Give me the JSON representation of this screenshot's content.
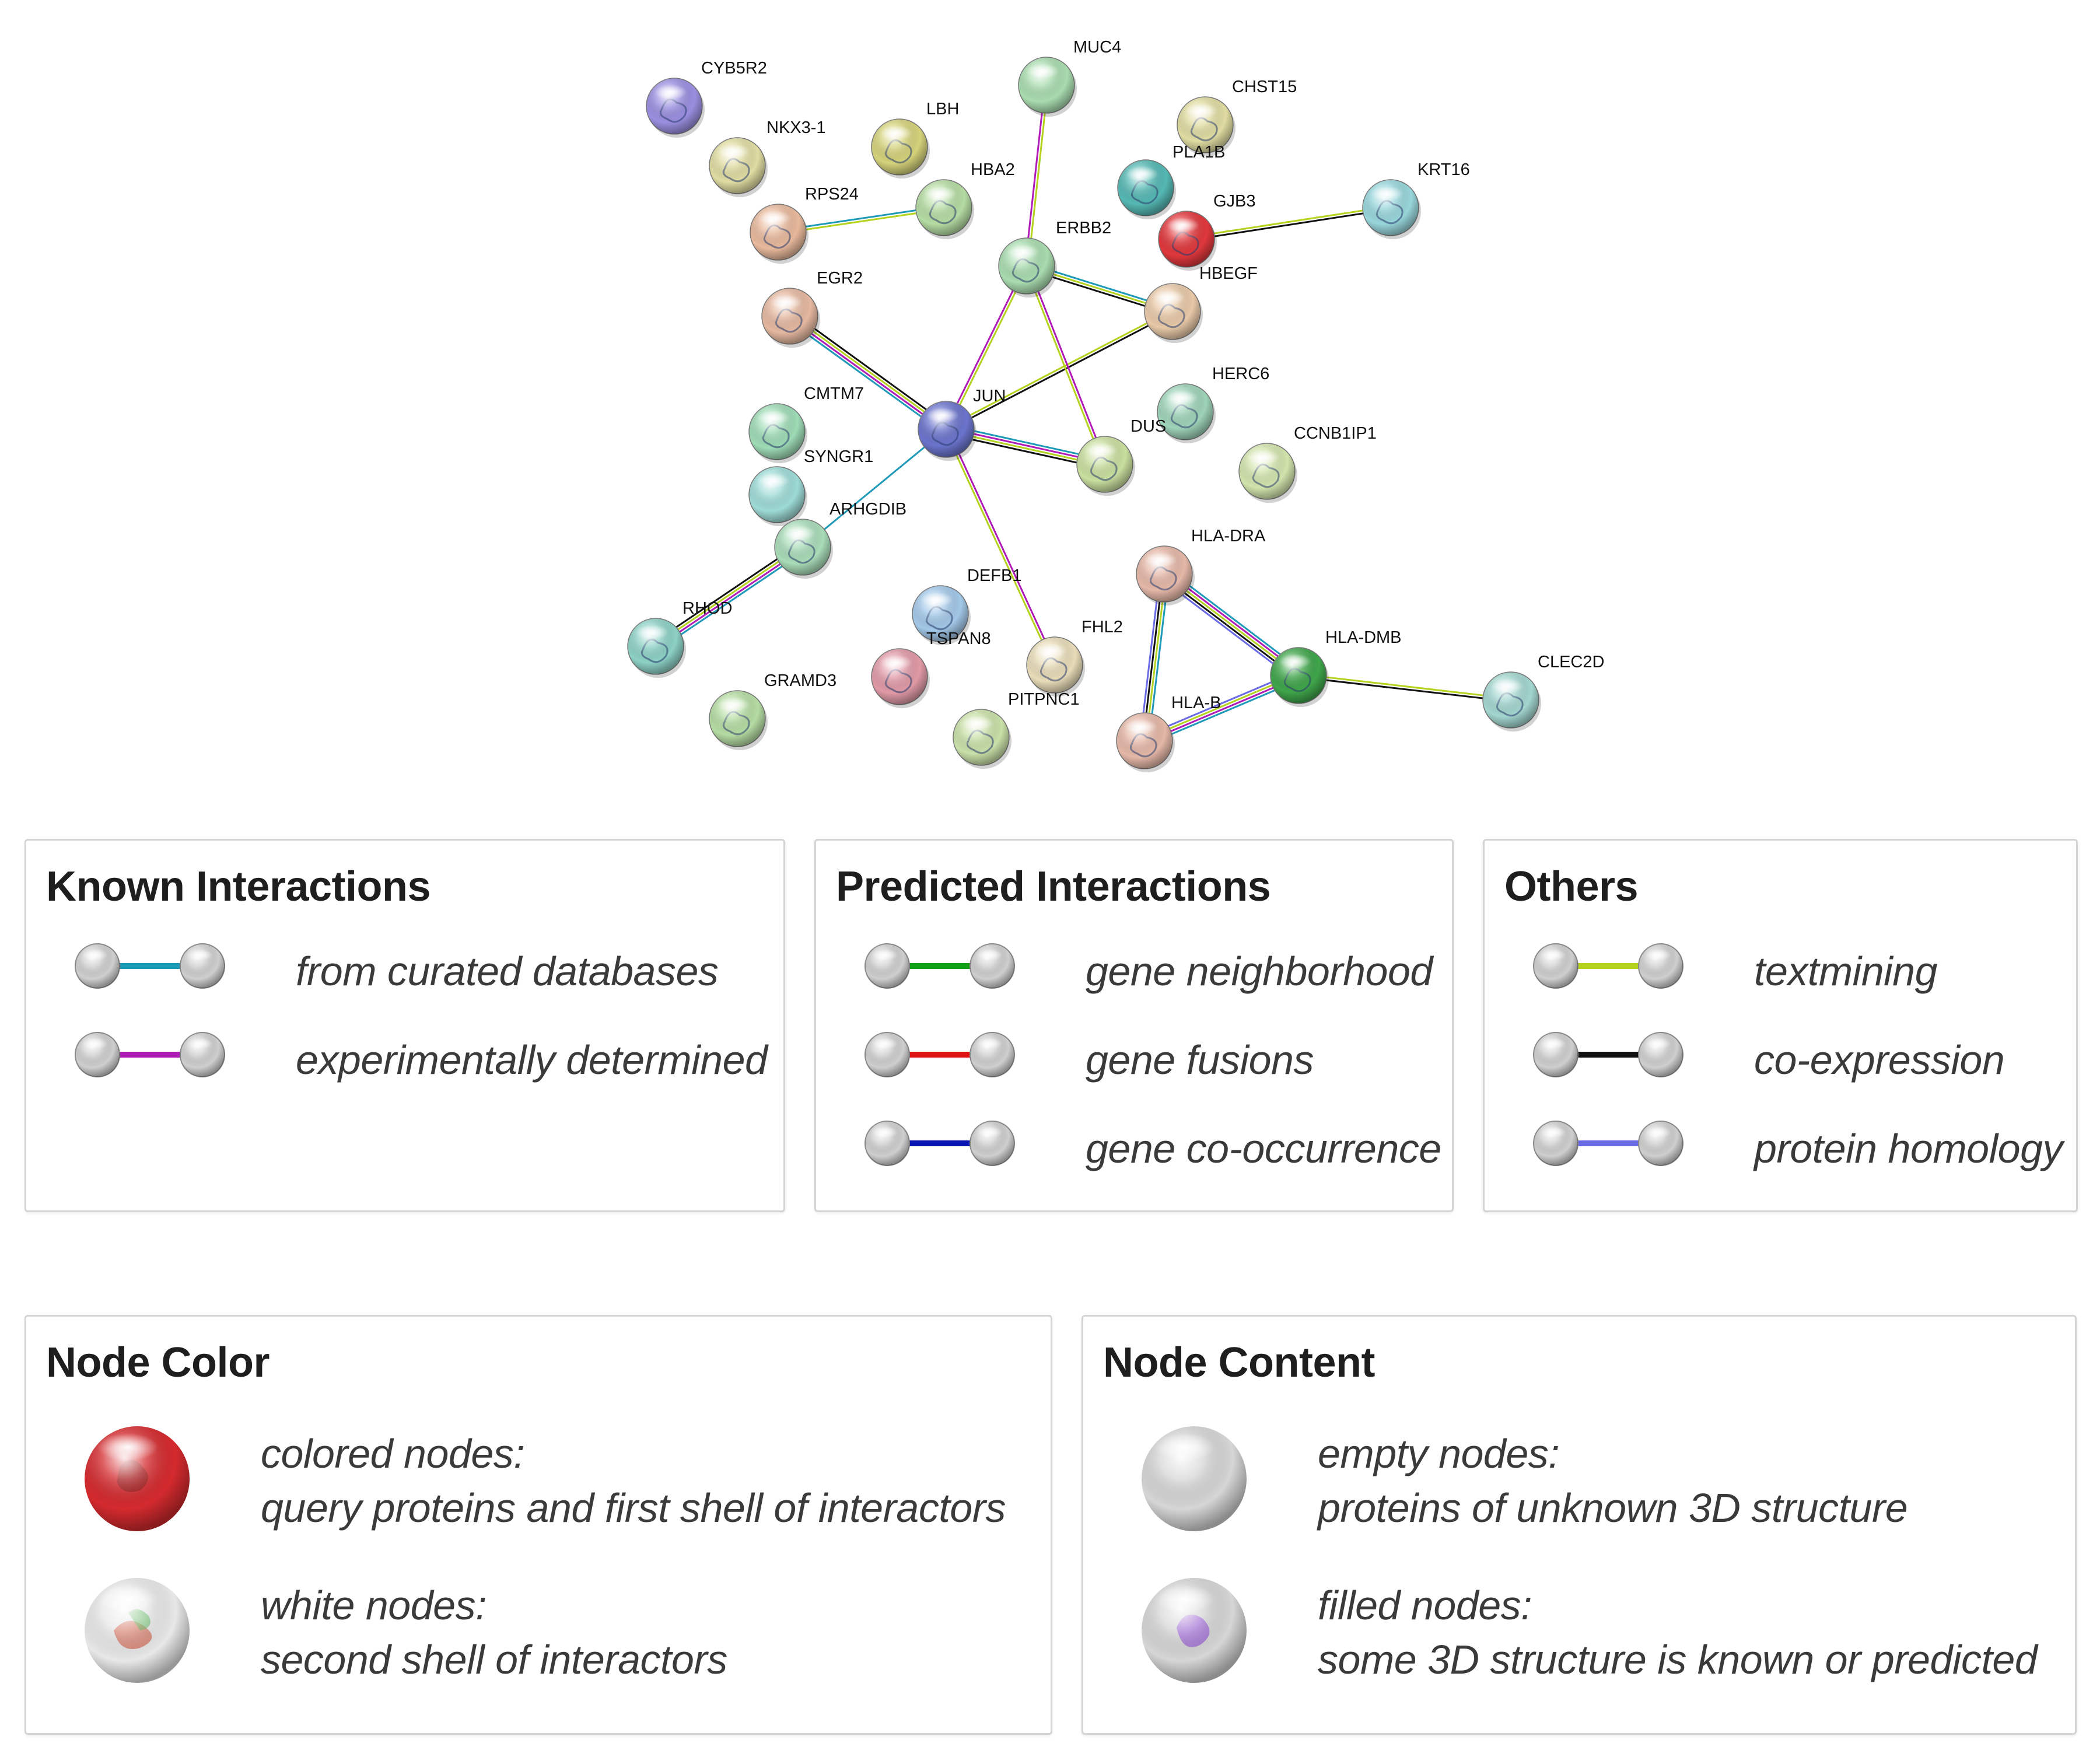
{
  "network": {
    "nodes": [
      {
        "id": "CYB5R2",
        "label": "CYB5R2",
        "color": "#9a8fe0",
        "filled": true
      },
      {
        "id": "NKX3-1",
        "label": "NKX3-1",
        "color": "#e0dca2",
        "filled": true
      },
      {
        "id": "LBH",
        "label": "LBH",
        "color": "#d4d27a",
        "filled": true
      },
      {
        "id": "MUC4",
        "label": "MUC4",
        "color": "#a9dcaf",
        "filled": false
      },
      {
        "id": "CHST15",
        "label": "CHST15",
        "color": "#e0dca2",
        "filled": true
      },
      {
        "id": "PLA1B",
        "label": "PLA1B",
        "color": "#55b8b3",
        "filled": true
      },
      {
        "id": "KRT16",
        "label": "KRT16",
        "color": "#98d6db",
        "filled": true
      },
      {
        "id": "HBA2",
        "label": "HBA2",
        "color": "#b5dca3",
        "filled": true
      },
      {
        "id": "RPS24",
        "label": "RPS24",
        "color": "#e8b99c",
        "filled": true
      },
      {
        "id": "GJB3",
        "label": "GJB3",
        "color": "#e0383c",
        "filled": true
      },
      {
        "id": "ERBB2",
        "label": "ERBB2",
        "color": "#a9dcaf",
        "filled": true
      },
      {
        "id": "HBEGF",
        "label": "HBEGF",
        "color": "#e8c9a8",
        "filled": true
      },
      {
        "id": "EGR2",
        "label": "EGR2",
        "color": "#e5b8a0",
        "filled": true
      },
      {
        "id": "HERC6",
        "label": "HERC6",
        "color": "#9ed3b8",
        "filled": true
      },
      {
        "id": "CMTM7",
        "label": "CMTM7",
        "color": "#9edbb5",
        "filled": true
      },
      {
        "id": "JUN",
        "label": "JUN",
        "color": "#6b74cc",
        "filled": true
      },
      {
        "id": "DUSP",
        "label": "DUS",
        "color": "#c9df9f",
        "filled": true
      },
      {
        "id": "CCNB1IP1",
        "label": "CCNB1IP1",
        "color": "#d2e4ad",
        "filled": true
      },
      {
        "id": "SYNGR1",
        "label": "SYNGR1",
        "color": "#9edbd6",
        "filled": false
      },
      {
        "id": "ARHGDIB",
        "label": "ARHGDIB",
        "color": "#a9dcb8",
        "filled": true
      },
      {
        "id": "HLA-DRA",
        "label": "HLA-DRA",
        "color": "#e5b8a8",
        "filled": true
      },
      {
        "id": "RHOD",
        "label": "RHOD",
        "color": "#8dd1c5",
        "filled": true
      },
      {
        "id": "DEFB1",
        "label": "DEFB1",
        "color": "#a3c8e8",
        "filled": true
      },
      {
        "id": "TSPAN8",
        "label": "TSPAN8",
        "color": "#e09aa6",
        "filled": true
      },
      {
        "id": "FHL2",
        "label": "FHL2",
        "color": "#e8dcb8",
        "filled": true
      },
      {
        "id": "HLA-DMB",
        "label": "HLA-DMB",
        "color": "#3fa54a",
        "filled": true
      },
      {
        "id": "CLEC2D",
        "label": "CLEC2D",
        "color": "#a3d6cf",
        "filled": true
      },
      {
        "id": "GRAMD3",
        "label": "GRAMD3",
        "color": "#b5dca3",
        "filled": true
      },
      {
        "id": "PITPNC1",
        "label": "PITPNC1",
        "color": "#c9e0a8",
        "filled": true
      },
      {
        "id": "HLA-B",
        "label": "HLA-B",
        "color": "#e5b8a8",
        "filled": true
      }
    ],
    "edges": [
      {
        "from": "JUN",
        "to": "EGR2",
        "types": [
          "curated",
          "experimental",
          "textmining",
          "coexpression"
        ]
      },
      {
        "from": "JUN",
        "to": "ERBB2",
        "types": [
          "experimental",
          "textmining"
        ]
      },
      {
        "from": "JUN",
        "to": "HBEGF",
        "types": [
          "textmining",
          "coexpression"
        ]
      },
      {
        "from": "JUN",
        "to": "DUSP",
        "types": [
          "curated",
          "experimental",
          "textmining",
          "coexpression"
        ]
      },
      {
        "from": "JUN",
        "to": "FHL2",
        "types": [
          "experimental",
          "textmining"
        ]
      },
      {
        "from": "JUN",
        "to": "ARHGDIB",
        "types": [
          "curated"
        ]
      },
      {
        "from": "ERBB2",
        "to": "MUC4",
        "types": [
          "experimental",
          "textmining"
        ]
      },
      {
        "from": "ERBB2",
        "to": "HBEGF",
        "types": [
          "curated",
          "textmining",
          "coexpression"
        ]
      },
      {
        "from": "ERBB2",
        "to": "DUSP",
        "types": [
          "experimental",
          "textmining"
        ]
      },
      {
        "from": "RPS24",
        "to": "HBA2",
        "types": [
          "curated",
          "textmining"
        ]
      },
      {
        "from": "GJB3",
        "to": "KRT16",
        "types": [
          "textmining",
          "coexpression"
        ]
      },
      {
        "from": "ARHGDIB",
        "to": "RHOD",
        "types": [
          "curated",
          "experimental",
          "textmining",
          "coexpression"
        ]
      },
      {
        "from": "HLA-DRA",
        "to": "HLA-DMB",
        "types": [
          "curated",
          "experimental",
          "textmining",
          "coexpression",
          "homology"
        ]
      },
      {
        "from": "HLA-DRA",
        "to": "HLA-B",
        "types": [
          "curated",
          "textmining",
          "coexpression",
          "homology"
        ]
      },
      {
        "from": "HLA-DMB",
        "to": "HLA-B",
        "types": [
          "curated",
          "experimental",
          "textmining",
          "homology"
        ]
      },
      {
        "from": "HLA-DMB",
        "to": "CLEC2D",
        "types": [
          "textmining",
          "coexpression"
        ]
      }
    ]
  },
  "edge_colors": {
    "curated": "#1e9ab8",
    "experimental": "#b01ab8",
    "neighborhood": "#16a016",
    "fusion": "#e01414",
    "cooccurrence": "#0a14b0",
    "textmining": "#b5d21e",
    "coexpression": "#111111",
    "homology": "#6a6ae6"
  },
  "legend": {
    "known": {
      "title": "Known Interactions",
      "items": [
        {
          "label": "from curated databases",
          "type": "curated"
        },
        {
          "label": "experimentally determined",
          "type": "experimental"
        }
      ]
    },
    "predicted": {
      "title": "Predicted Interactions",
      "items": [
        {
          "label": "gene neighborhood",
          "type": "neighborhood"
        },
        {
          "label": "gene fusions",
          "type": "fusion"
        },
        {
          "label": "gene co-occurrence",
          "type": "cooccurrence"
        }
      ]
    },
    "others": {
      "title": "Others",
      "items": [
        {
          "label": "textmining",
          "type": "textmining"
        },
        {
          "label": "co-expression",
          "type": "coexpression"
        },
        {
          "label": "protein homology",
          "type": "homology"
        }
      ]
    }
  },
  "node_color": {
    "title": "Node Color",
    "colored": {
      "line1": "colored nodes:",
      "line2": "query proteins and first shell of interactors",
      "color": "#d42a2e"
    },
    "white": {
      "line1": "white nodes:",
      "line2": "second shell of interactors",
      "color": "#e8e8e8"
    }
  },
  "node_content": {
    "title": "Node Content",
    "empty": {
      "line1": "empty nodes:",
      "line2": "proteins of unknown 3D structure",
      "color": "#d6d6d6"
    },
    "filled": {
      "line1": "filled nodes:",
      "line2": "some 3D structure is known or predicted",
      "color": "#d6d6d6",
      "structure_color": "#9a5fd6"
    }
  }
}
